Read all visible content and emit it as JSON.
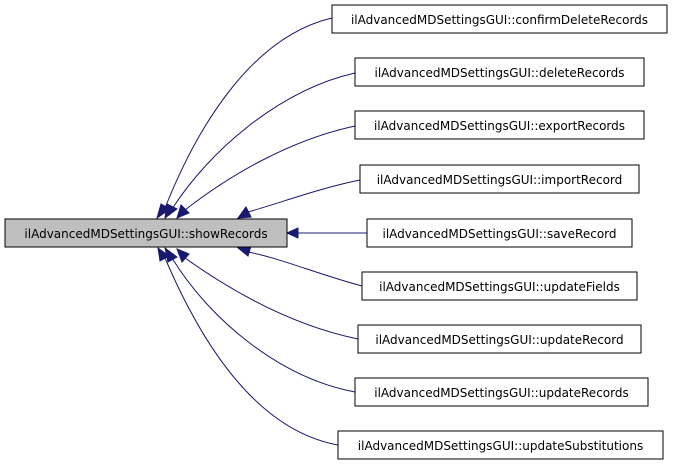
{
  "graph": {
    "focus": {
      "label": "ilAdvancedMDSettingsGUI::showRecords"
    },
    "callers": [
      {
        "label": "ilAdvancedMDSettingsGUI::confirmDeleteRecords"
      },
      {
        "label": "ilAdvancedMDSettingsGUI::deleteRecords"
      },
      {
        "label": "ilAdvancedMDSettingsGUI::exportRecords"
      },
      {
        "label": "ilAdvancedMDSettingsGUI::importRecord"
      },
      {
        "label": "ilAdvancedMDSettingsGUI::saveRecord"
      },
      {
        "label": "ilAdvancedMDSettingsGUI::updateFields"
      },
      {
        "label": "ilAdvancedMDSettingsGUI::updateRecord"
      },
      {
        "label": "ilAdvancedMDSettingsGUI::updateRecords"
      },
      {
        "label": "ilAdvancedMDSettingsGUI::updateSubstitutions"
      }
    ],
    "colors": {
      "edge": "#191970",
      "focus_fill": "#bfbfbf",
      "node_fill": "#ffffff",
      "node_stroke": "#000000"
    }
  }
}
